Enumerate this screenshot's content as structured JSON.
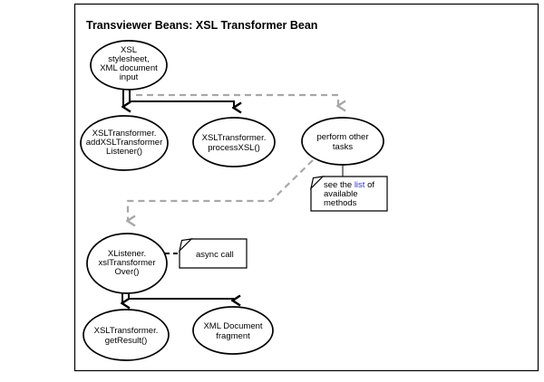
{
  "title": "Transviewer Beans: XSL Transformer Bean",
  "nodes": {
    "input": {
      "lines": [
        "XSL",
        "stylesheet,",
        "XML document",
        "input"
      ]
    },
    "add_listener": {
      "lines": [
        "XSLTransformer.",
        "addXSLTransformer",
        "Listener()"
      ]
    },
    "process_xsl": {
      "lines": [
        "XSLTransformer.",
        "processXSL()"
      ]
    },
    "perform_other": {
      "lines": [
        "perform other",
        "tasks"
      ]
    },
    "xlistener": {
      "lines": [
        "XListener.",
        "xslTransformer",
        "Over()"
      ]
    },
    "get_result": {
      "lines": [
        "XSLTransformer.",
        "getResult()"
      ]
    },
    "xml_fragment": {
      "lines": [
        "XML Document",
        "fragment"
      ]
    }
  },
  "notes": {
    "methods": {
      "line1_pre": "see the ",
      "link_label": "list",
      "line1_post": " of",
      "line2": "available",
      "line3": "methods"
    },
    "async": {
      "label": "async call"
    }
  },
  "colors": {
    "line": "#000000",
    "dashed_gray": "#a8a8a8",
    "link_blue": "#3333cc",
    "background": "#ffffff"
  }
}
